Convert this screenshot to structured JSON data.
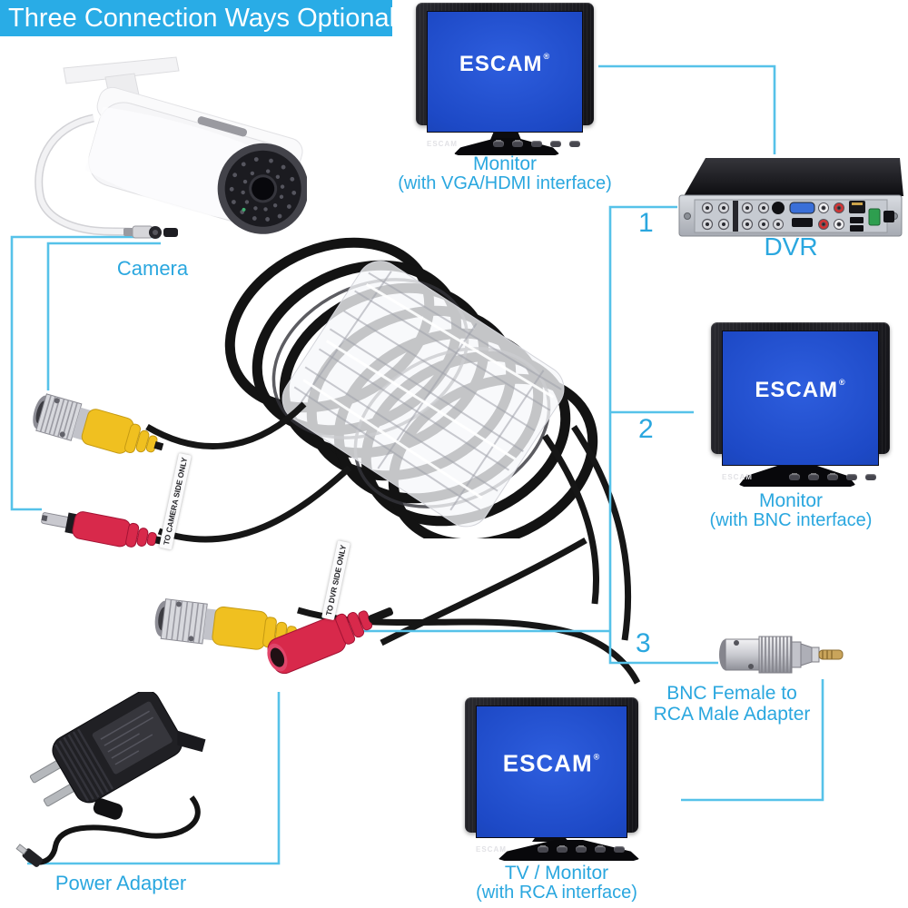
{
  "banner": {
    "text": "Three Connection Ways Optional"
  },
  "colors": {
    "banner_bg": "#29ACE6",
    "label_cyan": "#2AA7DF",
    "line_cyan": "#56C2E9",
    "screen_blue": "#1D49C6",
    "bnc_yellow": "#F0C020",
    "dc_red": "#D8294B"
  },
  "brand": {
    "logo": "ESCAM",
    "reg": "®"
  },
  "camera": {
    "label": "Camera"
  },
  "monitor_vga": {
    "name": "Monitor",
    "sub": "(with VGA/HDMI interface)"
  },
  "dvr": {
    "label": "DVR"
  },
  "monitor_bnc": {
    "name": "Monitor",
    "sub": "(with BNC interface)"
  },
  "adapter": {
    "line1": "BNC Female to",
    "line2": "RCA Male Adapter"
  },
  "tv": {
    "name": "TV / Monitor",
    "sub": "(with RCA interface)"
  },
  "power": {
    "label": "Power Adapter"
  },
  "steps": {
    "one": "1",
    "two": "2",
    "three": "3"
  },
  "cable": {
    "tag_camera": "TO CAMERA SIDE ONLY",
    "tag_dvr": "TO DVR SIDE ONLY"
  }
}
